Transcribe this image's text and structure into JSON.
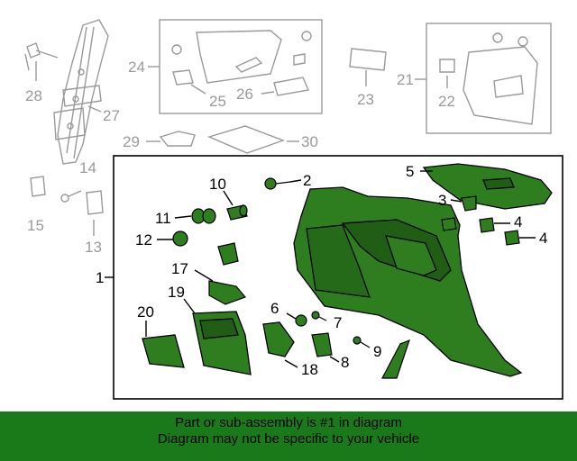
{
  "callouts": {
    "c1": "1",
    "c2": "2",
    "c3": "3",
    "c4a": "4",
    "c4b": "4",
    "c5": "5",
    "c6": "6",
    "c7": "7",
    "c8": "8",
    "c9": "9",
    "c10": "10",
    "c11": "11",
    "c12": "12",
    "c13": "13",
    "c14": "14",
    "c15": "15",
    "c17": "17",
    "c18": "18",
    "c19": "19",
    "c20": "20",
    "c21": "21",
    "c22": "22",
    "c23": "23",
    "c24": "24",
    "c25": "25",
    "c26": "26",
    "c27": "27",
    "c28": "28",
    "c29": "29",
    "c30": "30"
  },
  "banner": {
    "line1": "Part or sub-assembly is #1 in diagram",
    "line2": "Diagram may not be specific to your vehicle"
  },
  "colors": {
    "highlight": "#1a7a1a",
    "part_green": "#2e7d1e",
    "outline_grey": "#9a9a9a"
  }
}
